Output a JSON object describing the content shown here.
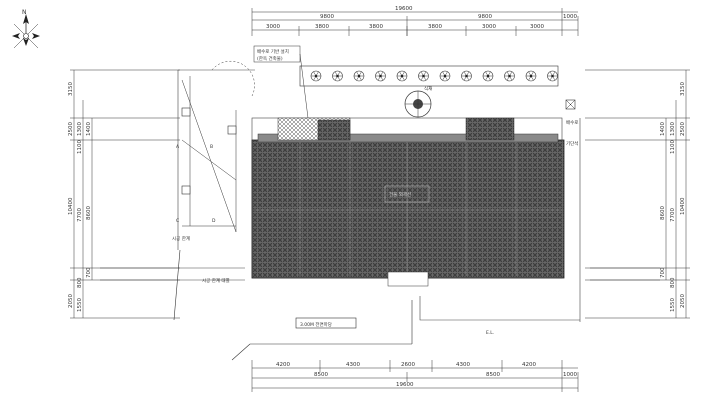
{
  "dimensions": {
    "top_total": "19600",
    "top_row1": [
      "9800",
      "9800"
    ],
    "top_row1_extra": "1000",
    "top_row2": [
      "3000",
      "3800",
      "3800",
      "3800",
      "3000",
      "3000"
    ],
    "bottom_row1": [
      "4200",
      "4300",
      "2600",
      "4300",
      "4200"
    ],
    "bottom_row2": [
      "8500",
      "8500"
    ],
    "bottom_row2_extra": "1000",
    "bottom_total": "19600",
    "left_outer": [
      "3150",
      "2500",
      "10400",
      "2050"
    ],
    "left_mid": [
      "1300",
      "1100",
      "7700",
      "800",
      "1550"
    ],
    "left_inner": [
      "1400",
      "8600",
      "700"
    ],
    "right_outer": [
      "3150",
      "2500",
      "10400",
      "2050"
    ],
    "right_mid": [
      "1300",
      "1100",
      "7700",
      "800",
      "1550"
    ],
    "right_inner": [
      "1400",
      "8600",
      "700"
    ]
  },
  "labels": {
    "north": "N",
    "callout_top": "배수로 기반 설치",
    "callout_top2": "(한옥 건축물)",
    "tree_callout": "식재",
    "left_label1": "시공 한계",
    "left_label2": "시공 한계 태별",
    "left_mark_a": "A",
    "left_mark_b": "B",
    "left_mark_c": "C",
    "left_mark_d": "D",
    "right_label1": "배수로",
    "right_label2": "기단석",
    "center_callout": "건물 외곽선",
    "bottom_box": "3.00M 전면마당",
    "walkway": "E.L."
  }
}
